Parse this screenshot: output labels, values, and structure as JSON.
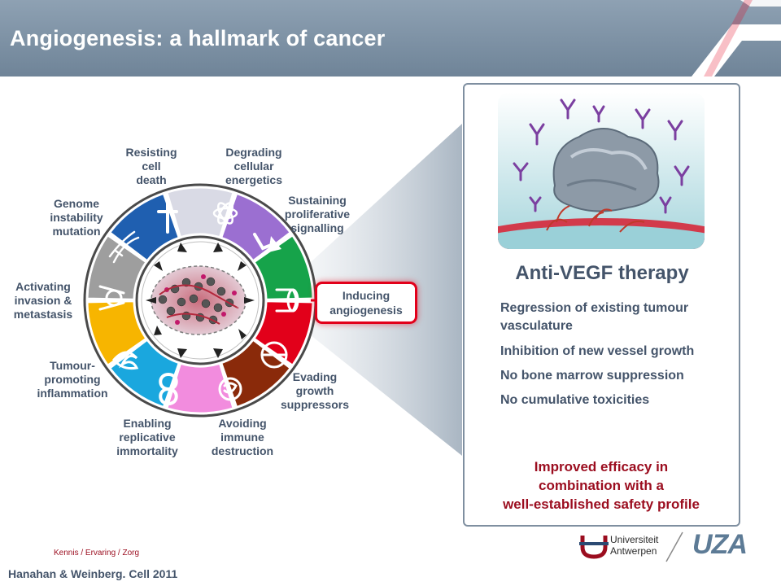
{
  "header": {
    "title": "Angiogenesis: a hallmark of cancer"
  },
  "wheel": {
    "labels": {
      "resisting": "Resisting\ncell\ndeath",
      "degrading": "Degrading\ncellular\nenergetics",
      "sustaining": "Sustaining\nproliferative\nsignalling",
      "genome": "Genome\ninstability\nmutation",
      "activating": "Activating\ninvasion &\nmetastasis",
      "tumour": "Tumour-\npromoting\ninflammation",
      "enabling": "Enabling\nreplicative\nimmortality",
      "avoiding": "Avoiding\nimmune\ndestruction",
      "evading": "Evading\ngrowth\nsuppressors"
    },
    "segment_colors": [
      "#d9dae5",
      "#9b6fd1",
      "#16a34a",
      "#e2001a",
      "#8a2a0a",
      "#f28cde",
      "#1aa7de",
      "#f7b500",
      "#9e9e9e",
      "#1f5fb0"
    ]
  },
  "callout": {
    "label": "Inducing\nangiogenesis"
  },
  "panel": {
    "title": "Anti-VEGF therapy",
    "benefits": [
      "Regression of existing tumour vasculature",
      "Inhibition of new vessel growth",
      "No bone marrow suppression",
      "No cumulative toxicities"
    ],
    "conclusion": "Improved efficacy in\ncombination with a\nwell-established  safety profile"
  },
  "footer": {
    "tag": "Kennis / Ervaring / Zorg",
    "citation": "Hanahan & Weinberg. Cell 2011",
    "logo_line1": "Universiteit",
    "logo_line2": "Antwerpen",
    "logo_uza": "UZA"
  }
}
